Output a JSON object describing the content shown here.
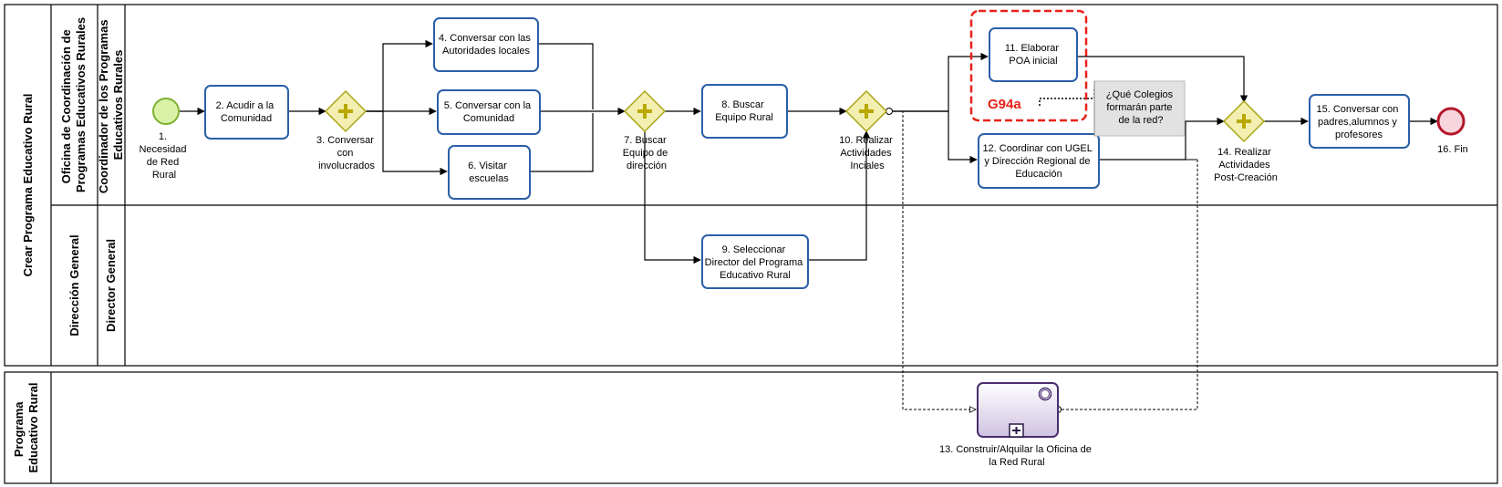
{
  "pool_main": {
    "title": "Crear Programa Educativo Rural",
    "lanes": [
      {
        "label": "Oficina de Coordinación de Programas Educativos Rurales",
        "label_lines": [
          "Oficina de Coordinación de",
          "Programas Educativos Rurales"
        ],
        "sublane_lines": [
          "Coordinador  de los Programas",
          "Educativos Rurales"
        ]
      },
      {
        "label": "Dirección General",
        "label_lines": [
          "Dirección General"
        ],
        "sublane_lines": [
          "Director General"
        ]
      }
    ]
  },
  "pool_secondary": {
    "title": "Programa Educativo Rural",
    "title_lines": [
      "Programa",
      "Educativo Rural"
    ]
  },
  "elements": {
    "e1": {
      "label": "1. Necesidad de Red Rural",
      "lines": [
        "1.",
        "Necesidad",
        "de Red",
        "Rural"
      ]
    },
    "t2": {
      "label": "2. Acudir a la Comunidad",
      "lines": [
        "2. Acudir a la",
        "Comunidad"
      ]
    },
    "g3": {
      "label": "3. Conversar con involucrados",
      "lines": [
        "3. Conversar",
        "con",
        "involucrados"
      ]
    },
    "t4": {
      "label": "4. Conversar con  las Autoridades locales",
      "lines": [
        "4. Conversar con  las",
        "Autoridades locales"
      ]
    },
    "t5": {
      "label": "5. Conversar con la Comunidad",
      "lines": [
        "5. Conversar con la",
        "Comunidad"
      ]
    },
    "t6": {
      "label": "6. Visitar escuelas",
      "lines": [
        "6. Visitar",
        "escuelas"
      ]
    },
    "g7": {
      "label": "7. Buscar Equipo de dirección",
      "lines": [
        "7. Buscar",
        "Equipo de",
        "dirección"
      ]
    },
    "t8": {
      "label": "8. Buscar Equipo Rural",
      "lines": [
        "8. Buscar",
        "Equipo Rural"
      ]
    },
    "t9": {
      "label": "9. Seleccionar Director del Programa Educativo Rural",
      "lines": [
        "9. Seleccionar",
        "Director del Programa",
        "Educativo Rural"
      ]
    },
    "g10": {
      "label": "10. Realizar Actividades Inciales",
      "lines": [
        "10. Realizar",
        "Actividades",
        "Inciales"
      ]
    },
    "t11": {
      "label": "11. Elaborar POA inicial",
      "lines": [
        "11. Elaborar",
        "POA inicial"
      ]
    },
    "t12": {
      "label": "12. Coordinar con UGEL y Dirección Regional de Educación",
      "lines": [
        "12. Coordinar con UGEL",
        "y Dirección Regional de",
        "Educación"
      ]
    },
    "t13": {
      "label": "13. Construir/Alquilar la Oficina de la Red Rural",
      "lines": [
        "13. Construir/Alquilar la Oficina de",
        "la Red Rural"
      ]
    },
    "g14": {
      "label": "14. Realizar Actividades Post-Creación",
      "lines": [
        "14. Realizar",
        "Actividades",
        "Post-Creación"
      ]
    },
    "t15": {
      "label": "15. Conversar con padres,alumnos y profesores",
      "lines": [
        "15. Conversar con",
        "padres,alumnos y",
        "profesores"
      ]
    },
    "e16": {
      "label": "16. Fin",
      "lines": [
        "16. Fin"
      ]
    }
  },
  "annotation": {
    "label": "¿Qué Colegios formarán parte de la red?",
    "lines": [
      "¿Qué Colegios",
      "formarán parte",
      "de la red?"
    ]
  },
  "highlight": {
    "tag": "G94a",
    "color": "#e8211a"
  },
  "colors": {
    "task_border": "#2a5fa8",
    "gateway_fill": "#f2efb0",
    "gateway_border": "#a9a418",
    "start_fill": "#d9f2a8",
    "start_border": "#7cb030",
    "end_fill": "#f6d6dc",
    "end_border": "#b3182a",
    "subprocess_fill": "#ddd4ea",
    "subprocess_border": "#4a2d6e",
    "annotation_fill": "#e2e2e2",
    "highlight": "#e8211a"
  },
  "icons": {
    "gateway": "parallel-plus-icon",
    "subprocess": "collapsed-plus-icon"
  }
}
